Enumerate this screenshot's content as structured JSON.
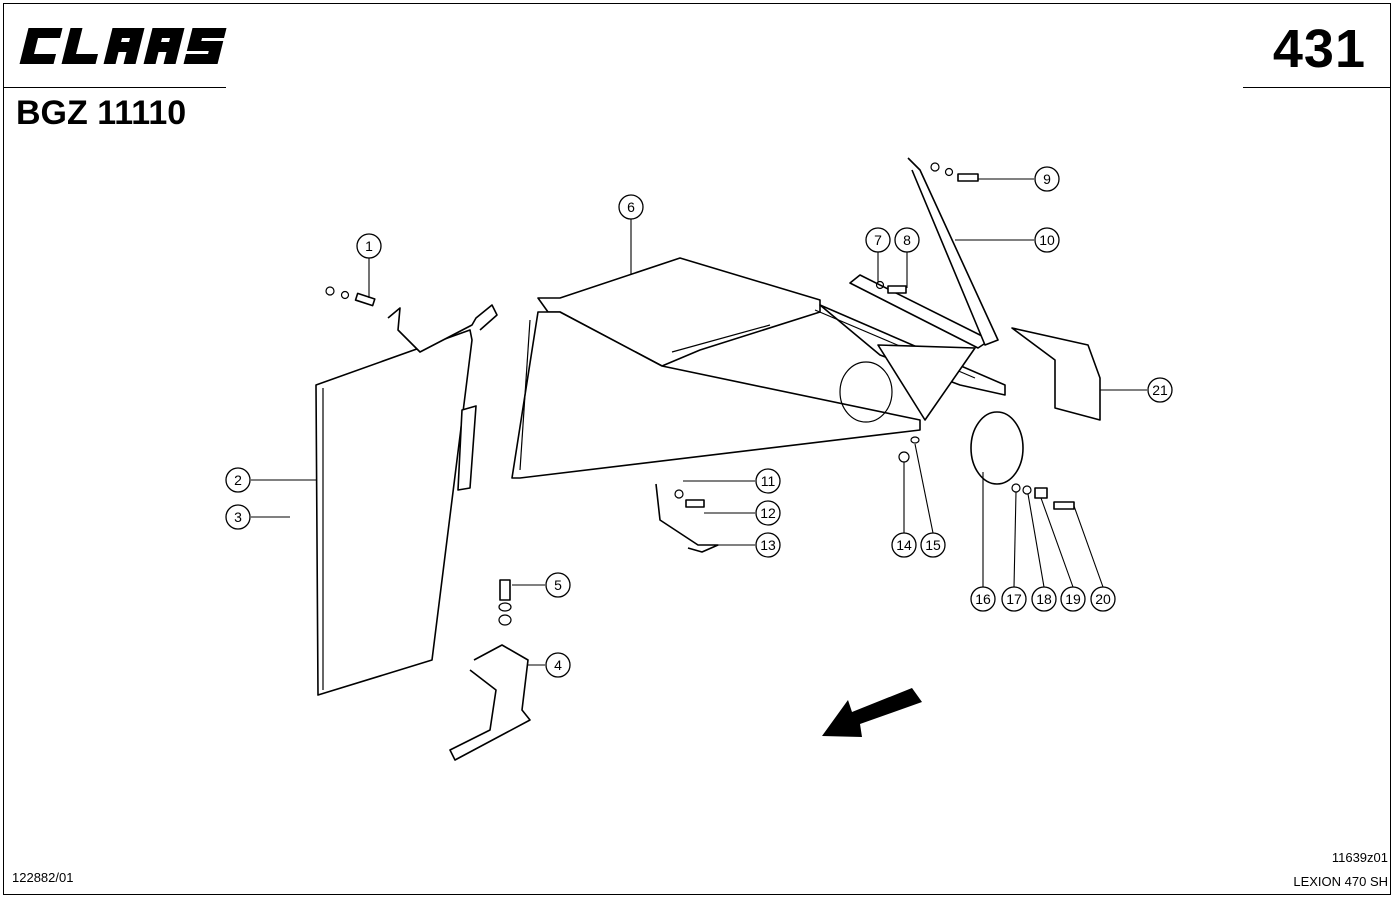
{
  "header": {
    "brand": "CLAAS",
    "page_number": "431",
    "doc_code": "BGZ 11110"
  },
  "footer": {
    "drawing_ref": "11639z01",
    "machine_model": "LEXION 470 SH",
    "catalog_ref": "122882/01"
  },
  "callouts": [
    {
      "label": "1"
    },
    {
      "label": "2"
    },
    {
      "label": "3"
    },
    {
      "label": "4"
    },
    {
      "label": "5"
    },
    {
      "label": "6"
    },
    {
      "label": "7"
    },
    {
      "label": "8"
    },
    {
      "label": "9"
    },
    {
      "label": "10"
    },
    {
      "label": "11"
    },
    {
      "label": "12"
    },
    {
      "label": "13"
    },
    {
      "label": "14"
    },
    {
      "label": "15"
    },
    {
      "label": "16"
    },
    {
      "label": "17"
    },
    {
      "label": "18"
    },
    {
      "label": "19"
    },
    {
      "label": "20"
    },
    {
      "label": "21"
    }
  ]
}
